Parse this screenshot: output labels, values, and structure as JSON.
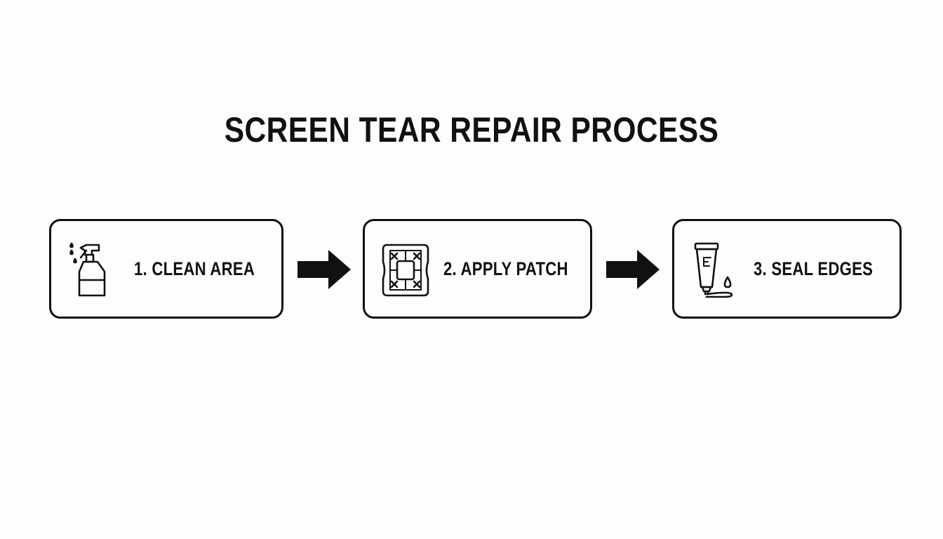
{
  "title": "SCREEN TEAR REPAIR PROCESS",
  "steps": [
    {
      "label": "1. CLEAN AREA",
      "icon": "spray-bottle-icon"
    },
    {
      "label": "2. APPLY PATCH",
      "icon": "patch-icon"
    },
    {
      "label": "3. SEAL EDGES",
      "icon": "sealant-tube-icon"
    }
  ],
  "connector_icon": "right-arrow-icon",
  "colors": {
    "background": "#fdfdfd",
    "ink": "#111111"
  }
}
